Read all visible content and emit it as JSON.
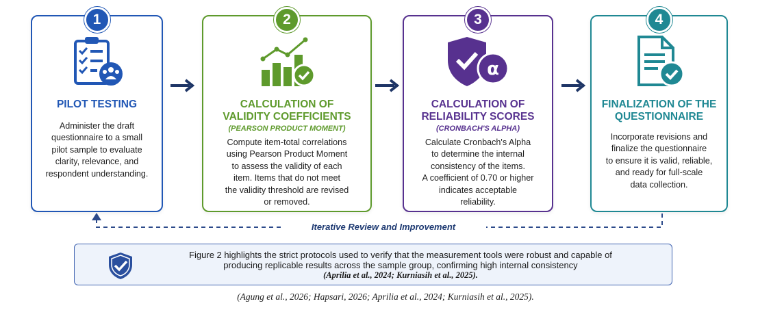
{
  "steps": [
    {
      "number": "1",
      "title_lines": [
        "PILOT TESTING"
      ],
      "subtitle": "",
      "description_lines": [
        "Administer the draft",
        "questionnaire to a small",
        "pilot sample to evaluate",
        "clarity, relevance, and",
        "respondent understanding."
      ],
      "color": "#2157b5",
      "icon": "clipboard-checklist-users-icon"
    },
    {
      "number": "2",
      "title_lines": [
        "CALCULATION OF",
        "VALIDITY COEFFICIENTS"
      ],
      "subtitle": "(PEARSON PRODUCT MOMENT)",
      "description_lines": [
        "Compute item-total correlations",
        "using Pearson Product Moment",
        "to assess the validity of each",
        "item. Items that do not meet",
        "the validity threshold are revised",
        "or removed."
      ],
      "color": "#5e9a2c",
      "icon": "bar-chart-check-icon"
    },
    {
      "number": "3",
      "title_lines": [
        "CALCULATION OF",
        "RELIABILITY SCORES"
      ],
      "subtitle": "(CRONBACH'S ALPHA)",
      "description_lines": [
        "Calculate Cronbach's Alpha",
        "to determine the internal",
        "consistency of the items.",
        "A coefficient of 0.70 or higher",
        "indicates acceptable",
        "reliability."
      ],
      "color": "#57318f",
      "icon": "shield-check-alpha-icon"
    },
    {
      "number": "4",
      "title_lines": [
        "FINALIZATION OF THE",
        "QUESTIONNAIRE"
      ],
      "subtitle": "",
      "description_lines": [
        "Incorporate revisions and",
        "finalize the questionnaire",
        "to ensure it is valid, reliable,",
        "and ready for full-scale",
        "data collection."
      ],
      "color": "#1f8893",
      "icon": "document-check-icon"
    }
  ],
  "loop_label": "Iterative Review and Improvement",
  "note": {
    "lines": [
      "Figure 2 highlights the strict protocols used to verify that the measurement tools were robust and capable of",
      "producing replicable results across the sample group, confirming high internal consistency"
    ],
    "citation": "(Aprilia et al., 2024; Kurniasih et al., 2025).",
    "icon": "shield-check-icon"
  },
  "footer": "(Agung et al., 2026; Hapsari, 2026; Aprilia et al., 2024; Kurniasih et al., 2025).",
  "colors": {
    "arrow": "#1e3566",
    "loop": "#2c4a8a",
    "note_border": "#3f62b0"
  }
}
